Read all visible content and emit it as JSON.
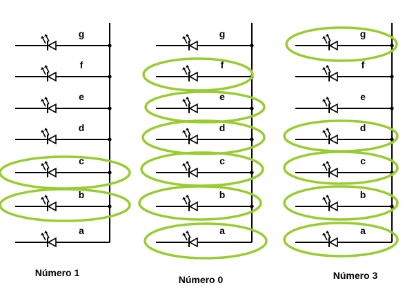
{
  "colors": {
    "wire": "#000000",
    "highlight": "#99cc33",
    "background": "#ffffff"
  },
  "segment_order": [
    "g",
    "f",
    "e",
    "d",
    "c",
    "b",
    "a"
  ],
  "icons": {
    "led": "led-diode-icon"
  },
  "panels": [
    {
      "caption": "Número 1",
      "lit": [
        "c",
        "b"
      ]
    },
    {
      "caption": "Número 0",
      "lit": [
        "f",
        "e",
        "d",
        "c",
        "b",
        "a"
      ]
    },
    {
      "caption": "Número 3",
      "lit": [
        "g",
        "d",
        "c",
        "b",
        "a"
      ]
    }
  ]
}
